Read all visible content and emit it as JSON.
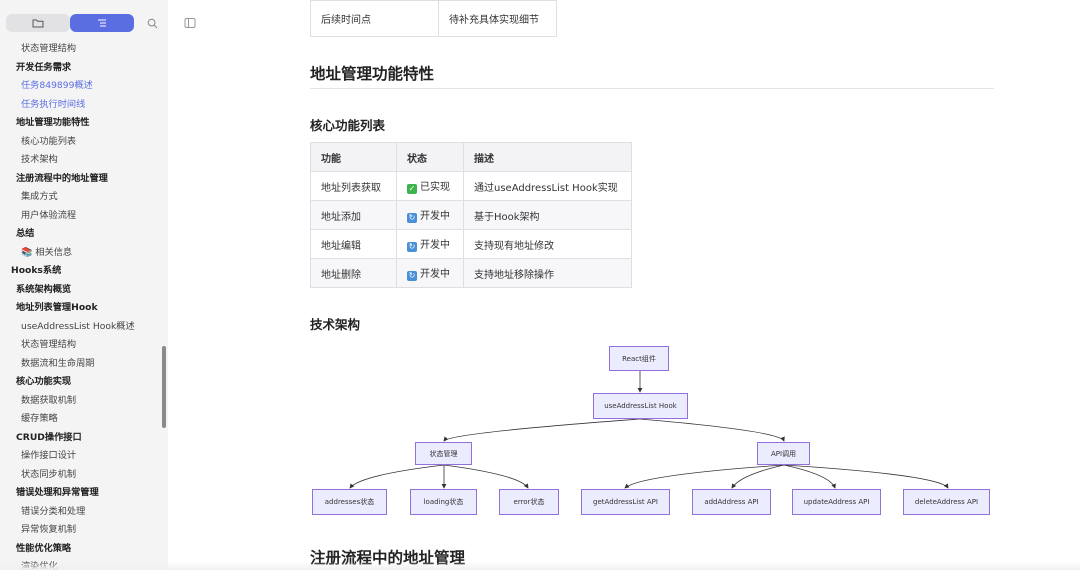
{
  "sidebar": {
    "toc": [
      {
        "label": "状态管理结构",
        "level": 3,
        "active": false
      },
      {
        "label": "开发任务需求",
        "level": 2,
        "active": false
      },
      {
        "label": "任务849899概述",
        "level": 3,
        "active": true
      },
      {
        "label": "任务执行时间线",
        "level": 3,
        "active": true
      },
      {
        "label": "地址管理功能特性",
        "level": 2,
        "active": false
      },
      {
        "label": "核心功能列表",
        "level": 3,
        "active": false
      },
      {
        "label": "技术架构",
        "level": 3,
        "active": false
      },
      {
        "label": "注册流程中的地址管理",
        "level": 2,
        "active": false
      },
      {
        "label": "集成方式",
        "level": 3,
        "active": false
      },
      {
        "label": "用户体验流程",
        "level": 3,
        "active": false
      },
      {
        "label": "总结",
        "level": 2,
        "active": false
      },
      {
        "label": "📚 相关信息",
        "level": 3,
        "active": false
      },
      {
        "label": "Hooks系统",
        "level": 1,
        "active": false
      },
      {
        "label": "系统架构概览",
        "level": 2,
        "active": false
      },
      {
        "label": "地址列表管理Hook",
        "level": 2,
        "active": false
      },
      {
        "label": "useAddressList Hook概述",
        "level": 3,
        "active": false
      },
      {
        "label": "状态管理结构",
        "level": 3,
        "active": false
      },
      {
        "label": "数据流和生命周期",
        "level": 3,
        "active": false
      },
      {
        "label": "核心功能实现",
        "level": 2,
        "active": false
      },
      {
        "label": "数据获取机制",
        "level": 3,
        "active": false
      },
      {
        "label": "缓存策略",
        "level": 3,
        "active": false
      },
      {
        "label": "CRUD操作接口",
        "level": 2,
        "active": false
      },
      {
        "label": "操作接口设计",
        "level": 3,
        "active": false
      },
      {
        "label": "状态同步机制",
        "level": 3,
        "active": false
      },
      {
        "label": "错误处理和异常管理",
        "level": 2,
        "active": false
      },
      {
        "label": "错误分类和处理",
        "level": 3,
        "active": false
      },
      {
        "label": "异常恢复机制",
        "level": 3,
        "active": false
      },
      {
        "label": "性能优化策略",
        "level": 2,
        "active": false
      },
      {
        "label": "渲染优化",
        "level": 3,
        "active": false
      }
    ]
  },
  "doc": {
    "top_row": {
      "key": "后续时间点",
      "value": "待补充具体实现细节"
    },
    "section_title": "地址管理功能特性",
    "features_heading": "核心功能列表",
    "features_table": {
      "headers": [
        "功能",
        "状态",
        "描述"
      ],
      "rows": [
        {
          "feature": "地址列表获取",
          "status": "已实现",
          "status_kind": "done",
          "desc": "通过useAddressList Hook实现"
        },
        {
          "feature": "地址添加",
          "status": "开发中",
          "status_kind": "dev",
          "desc": "基于Hook架构"
        },
        {
          "feature": "地址编辑",
          "status": "开发中",
          "status_kind": "dev",
          "desc": "支持现有地址修改"
        },
        {
          "feature": "地址删除",
          "status": "开发中",
          "status_kind": "dev",
          "desc": "支持地址移除操作"
        }
      ]
    },
    "arch_heading": "技术架构",
    "next_section_title": "注册流程中的地址管理"
  },
  "diagram": {
    "nodes": {
      "react": "React组件",
      "hook": "useAddressList Hook",
      "state": "状态管理",
      "api": "API调用",
      "addresses": "addresses状态",
      "loading": "loading状态",
      "error": "error状态",
      "get": "getAddressList API",
      "add": "addAddress API",
      "update": "updateAddress API",
      "delete": "deleteAddress API"
    }
  },
  "colors": {
    "accent": "#5b6ee1",
    "node_fill": "#ececff",
    "node_border": "#9370db"
  }
}
